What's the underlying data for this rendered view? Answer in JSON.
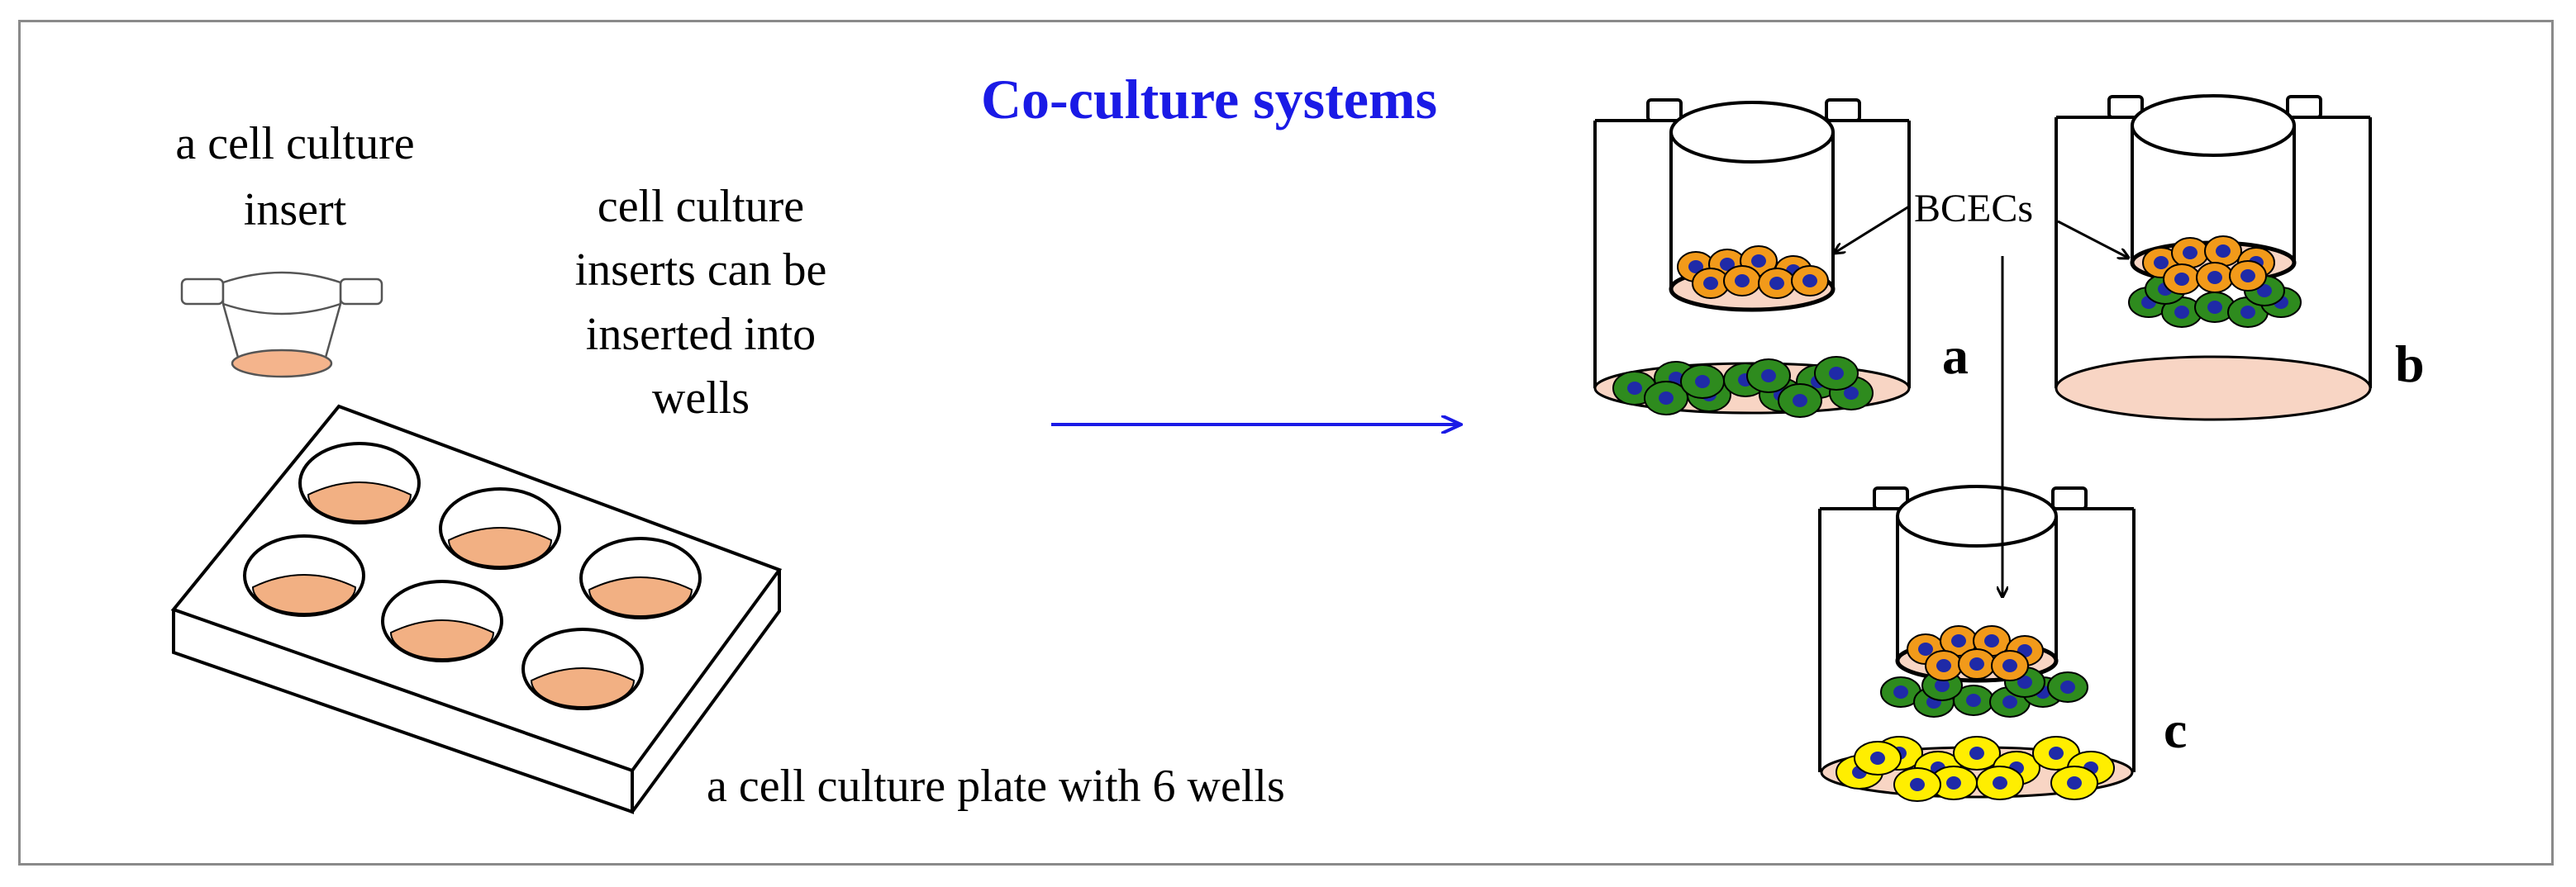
{
  "title": "Co-culture systems",
  "labels": {
    "insert": [
      "a cell culture",
      "insert"
    ],
    "inserted": [
      "cell culture",
      "inserts can be",
      "inserted into",
      "wells"
    ],
    "plate": "a cell culture plate with 6 wells",
    "bcecs": "BCECs",
    "panel_a": "a",
    "panel_b": "b",
    "panel_c": "c"
  },
  "colors": {
    "title": "#1a1ae6",
    "arrow": "#1a1ae6",
    "well_fill": "#f2b083",
    "insert_fill": "#f4b48c",
    "membrane": "#f8d5c4",
    "astrocyte": "#2e8b1e",
    "bcec": "#f29a1a",
    "pericyte": "#ffee00",
    "nucleus": "#1f2aa8",
    "outline": "#000000"
  }
}
